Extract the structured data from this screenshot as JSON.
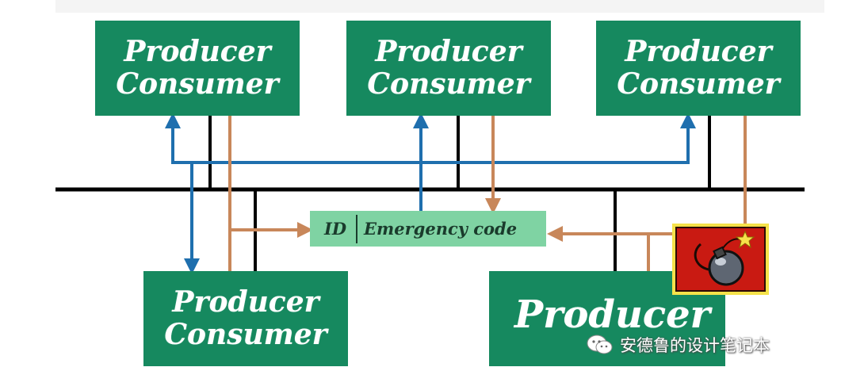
{
  "nodes": [
    {
      "id": "top-left",
      "line1": "Producer",
      "line2": "Consumer"
    },
    {
      "id": "top-mid",
      "line1": "Producer",
      "line2": "Consumer"
    },
    {
      "id": "top-right",
      "line1": "Producer",
      "line2": "Consumer"
    },
    {
      "id": "bottom-left",
      "line1": "Producer",
      "line2": "Consumer"
    },
    {
      "id": "bottom-right",
      "line1": "Producer"
    }
  ],
  "message": {
    "id_field": "ID",
    "code_field": "Emergency code"
  },
  "watermark": {
    "text": "安德鲁的设计笔记本"
  },
  "colors": {
    "node_fill": "#16895f",
    "message_fill": "#7fd3a3",
    "bus": "#000000",
    "request_line": "#1f6fae",
    "response_line": "#c8875a",
    "bomb_frame": "#f5e24a",
    "bomb_background": "#c91a12"
  },
  "icons": {
    "bomb": "bomb-icon",
    "watermark": "wechat-icon"
  }
}
